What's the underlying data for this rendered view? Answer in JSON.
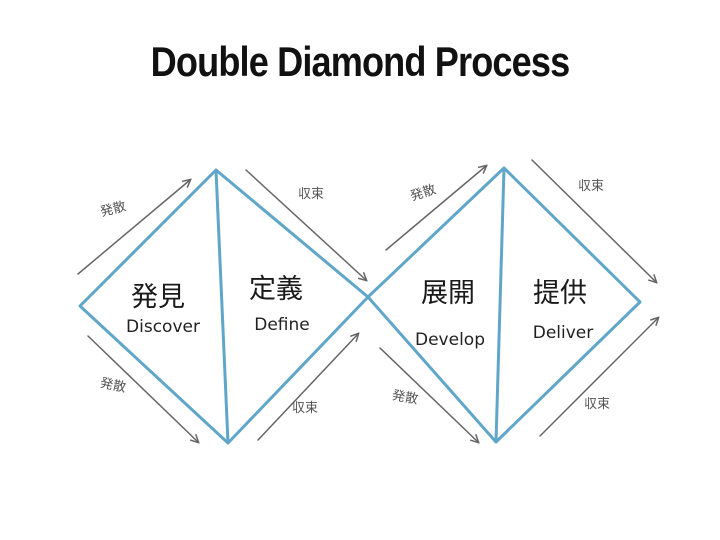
{
  "title": "Double Diamond Process",
  "phases": [
    {
      "kanji": "発見",
      "english": "Discover"
    },
    {
      "kanji": "定義",
      "english": "Define"
    },
    {
      "kanji": "展開",
      "english": "Develop"
    },
    {
      "kanji": "提供",
      "english": "Deliver"
    }
  ],
  "arrow_labels": {
    "diverge": "発散",
    "converge": "収束"
  },
  "colors": {
    "diamond_stroke": "#5fa6c9",
    "arrow_stroke": "#666666"
  }
}
